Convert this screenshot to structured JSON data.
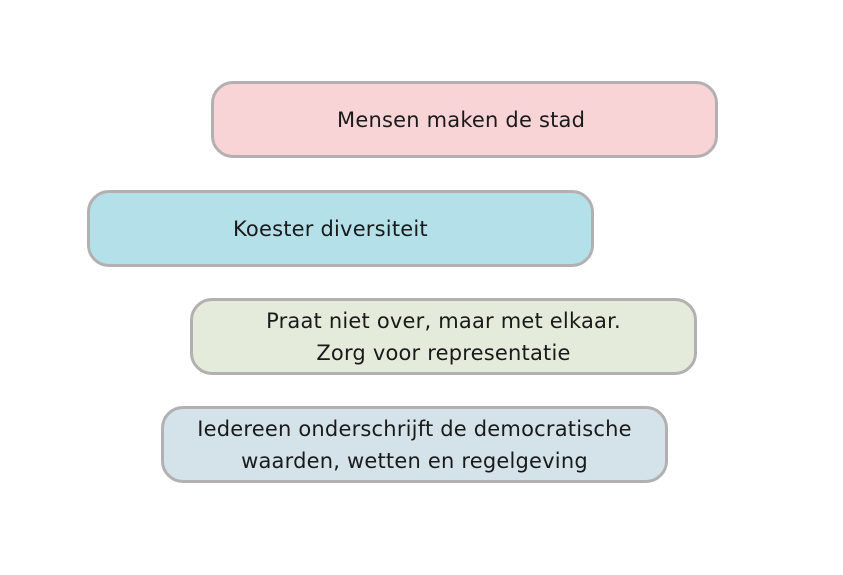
{
  "diagram": {
    "boxes": [
      {
        "lines": [
          "Mensen maken de stad"
        ],
        "fill": "#f9d4d6"
      },
      {
        "lines": [
          "Koester diversiteit"
        ],
        "fill": "#b4e1e9"
      },
      {
        "lines": [
          "Praat niet over, maar met elkaar.",
          "Zorg voor representatie"
        ],
        "fill": "#e4ebdb"
      },
      {
        "lines": [
          "Iedereen onderschrijft de democratische",
          "waarden, wetten en regelgeving"
        ],
        "fill": "#d4e3ea"
      }
    ],
    "border_color": "#b3b0b1"
  }
}
